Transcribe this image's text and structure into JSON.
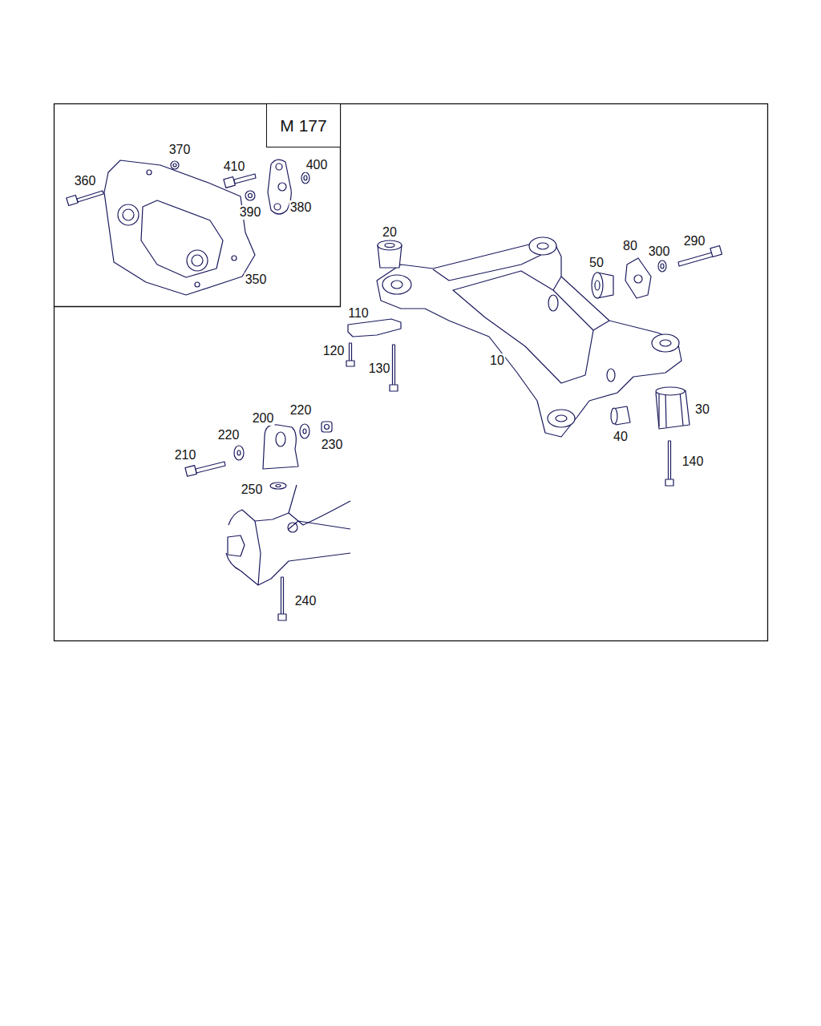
{
  "diagram": {
    "nodes": [
      {
        "text": [
          "M 177"
        ]
      }
    ],
    "labels": [
      "370",
      "360",
      "410",
      "400",
      "390",
      "380",
      "350",
      "20",
      "80",
      "290",
      "50",
      "300",
      "110",
      "120",
      "130",
      "10",
      "30",
      "40",
      "140",
      "200",
      "220",
      "220",
      "210",
      "230",
      "250",
      "240"
    ]
  }
}
